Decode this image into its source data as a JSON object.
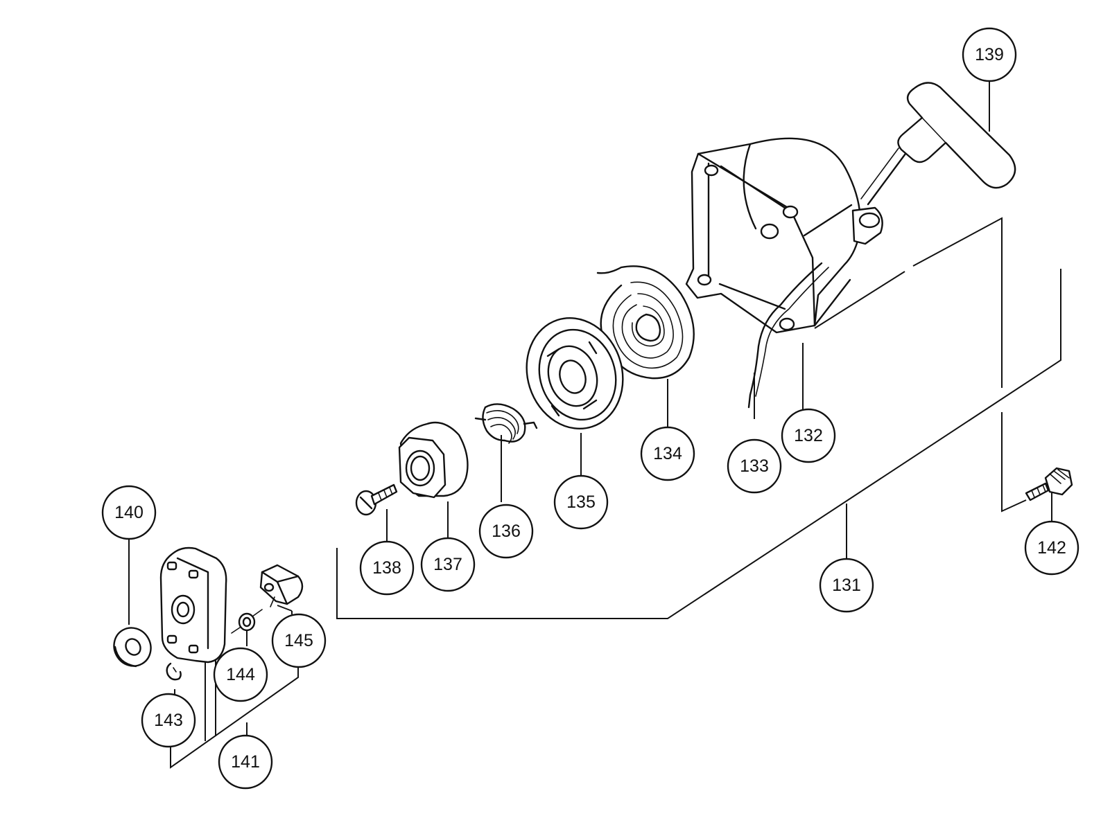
{
  "callouts": {
    "c131": "131",
    "c132": "132",
    "c133": "133",
    "c134": "134",
    "c135": "135",
    "c136": "136",
    "c137": "137",
    "c138": "138",
    "c139": "139",
    "c140": "140",
    "c141": "141",
    "c142": "142",
    "c143": "143",
    "c144": "144",
    "c145": "145"
  }
}
